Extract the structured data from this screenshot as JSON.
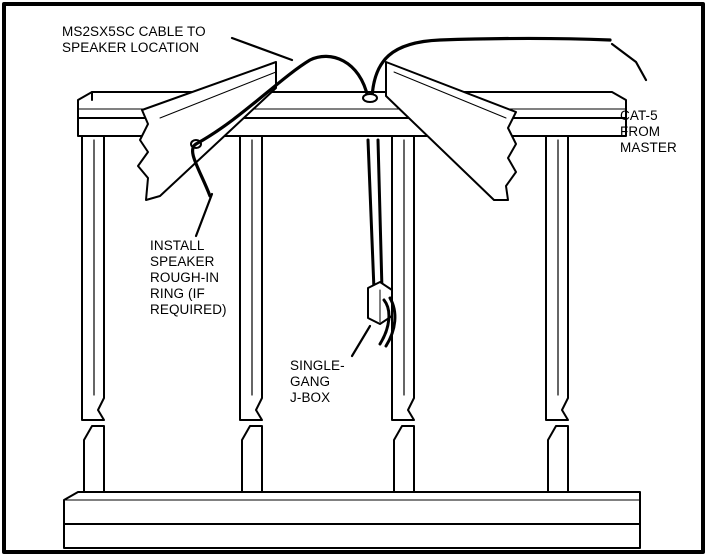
{
  "labels": {
    "cable_to_speaker": "MS2SX5SC CABLE TO\nSPEAKER LOCATION",
    "cat5_from_master": "CAT-5\nFROM\nMASTER",
    "install_ring": "INSTALL\nSPEAKER\nROUGH-IN\nRING (IF\nREQUIRED)",
    "single_gang_jbox": "SINGLE-\nGANG\nJ-BOX"
  },
  "colors": {
    "line": "#000000",
    "background": "#ffffff"
  }
}
